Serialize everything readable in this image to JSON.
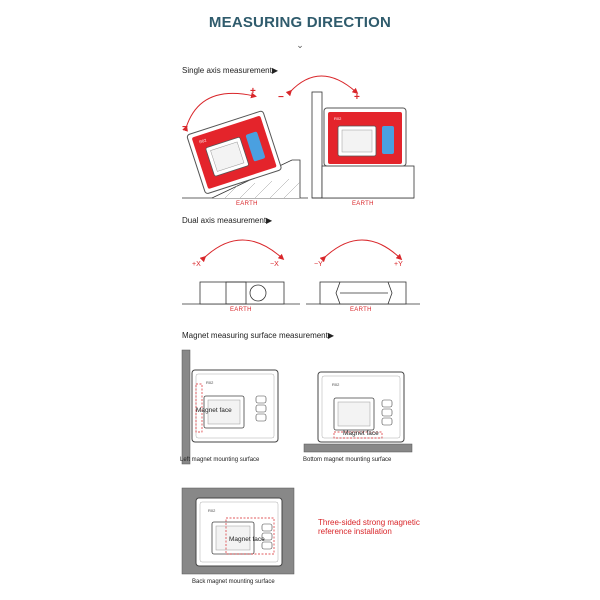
{
  "title": "MEASURING DIRECTION",
  "chevron": "⌄",
  "sections": {
    "single": "Single axis measurement▶",
    "dual": "Dual axis measurement▶",
    "magnet": "Magnet measuring surface measurement▶"
  },
  "earth_label": "EARTH",
  "signs": {
    "plus": "+",
    "minus": "−"
  },
  "dual_axes": {
    "plus_x": "+X",
    "minus_x": "−X",
    "minus_y": "−Y",
    "plus_y": "+Y"
  },
  "device_brand": "R02",
  "magnet_face_label": "Magnet face",
  "captions": {
    "left": "Left magnet mounting surface",
    "bottom": "Bottom magnet mounting surface",
    "back": "Back magnet mounting surface"
  },
  "note": "Three-sided strong magnetic reference installation",
  "colors": {
    "title": "#2f5b6c",
    "accent": "#d9262a",
    "device_red": "#e4242b",
    "line": "#333333"
  }
}
